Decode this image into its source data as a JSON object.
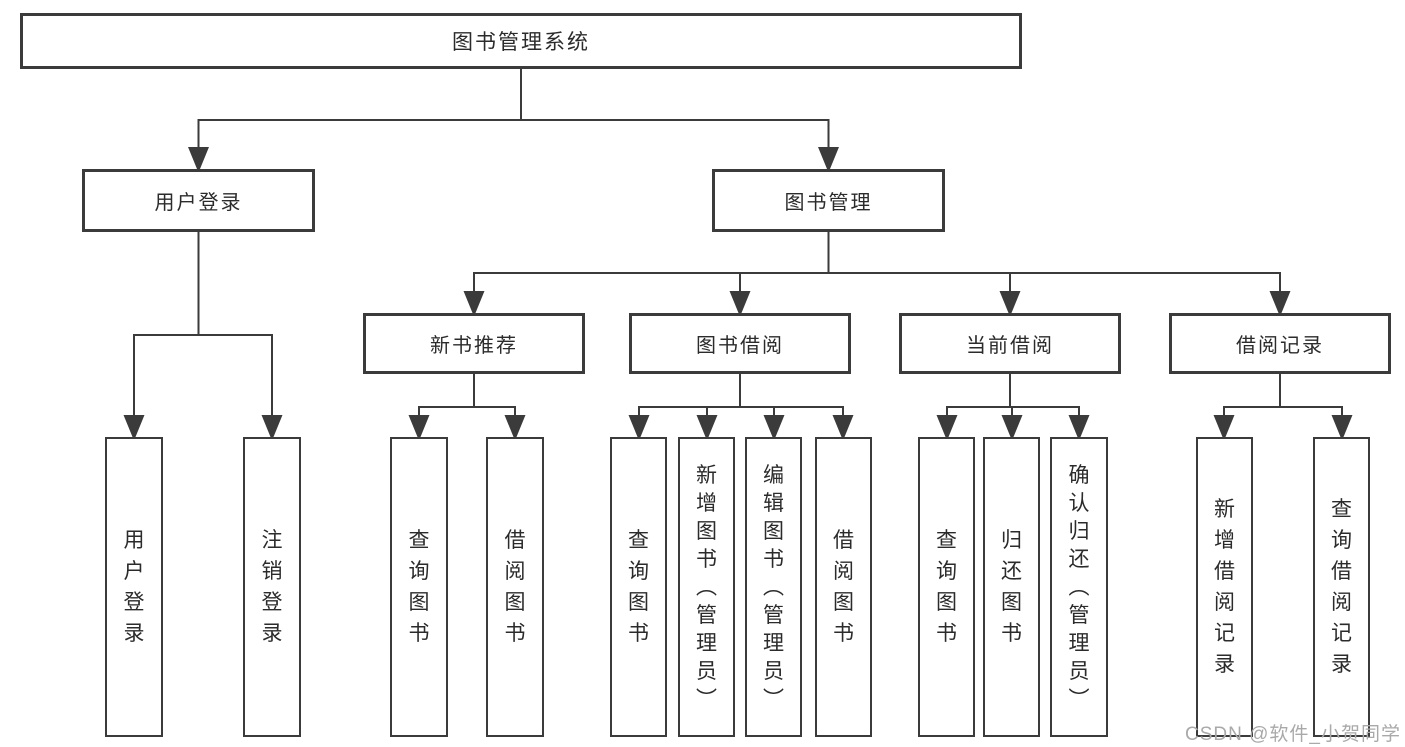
{
  "tree": {
    "root": {
      "label": "图书管理系统"
    },
    "branches": [
      {
        "label": "用户登录",
        "children": [
          {
            "label": "用户登录"
          },
          {
            "label": "注销登录"
          }
        ]
      },
      {
        "label": "图书管理",
        "children": [
          {
            "label": "新书推荐",
            "children": [
              {
                "label": "查询图书"
              },
              {
                "label": "借阅图书"
              }
            ]
          },
          {
            "label": "图书借阅",
            "children": [
              {
                "label": "查询图书"
              },
              {
                "label": "新增图书（管理员）"
              },
              {
                "label": "编辑图书（管理员）"
              },
              {
                "label": "借阅图书"
              }
            ]
          },
          {
            "label": "当前借阅",
            "children": [
              {
                "label": "查询图书"
              },
              {
                "label": "归还图书"
              },
              {
                "label": "确认归还（管理员）"
              }
            ]
          },
          {
            "label": "借阅记录",
            "children": [
              {
                "label": "新增借阅记录"
              },
              {
                "label": "查询借阅记录"
              }
            ]
          }
        ]
      }
    ]
  },
  "watermark": "CSDN @软件_小贺同学",
  "colors": {
    "line": "#3b3b3b",
    "text": "#2b2b2b",
    "watermark": "#a9a9a9",
    "background": "#ffffff"
  }
}
